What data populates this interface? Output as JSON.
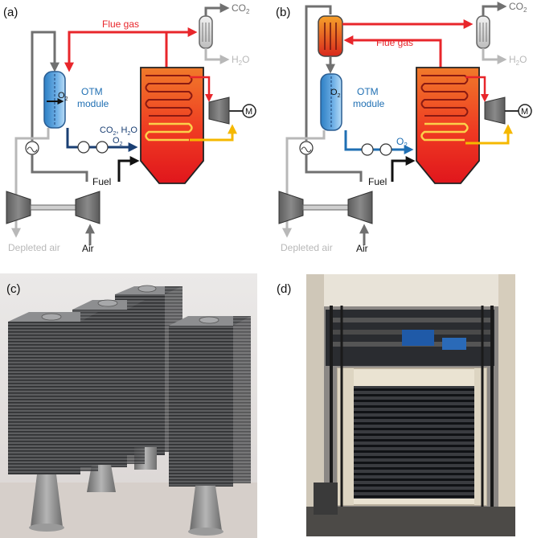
{
  "panels": {
    "a": {
      "label": "(a)",
      "flue_gas": "Flue gas",
      "co2_out": "CO",
      "co2_sub": "2",
      "h2o_out": "H",
      "h2o_sub": "2",
      "h2o_tail": "O",
      "o2": "O",
      "o2_sub": "2",
      "otm_line1": "OTM",
      "otm_line2": "module",
      "recycle_text": "CO",
      "recycle_sub": "2",
      "recycle_tail": ", H",
      "recycle_sub2": "2",
      "recycle_tail2": "O",
      "recycle_o2": "O",
      "recycle_o2_sub": "2",
      "motor": "M",
      "fuel": "Fuel",
      "air": "Air",
      "depleted_air": "Depleted air"
    },
    "b": {
      "label": "(b)",
      "flue_gas": "Flue gas",
      "co2_out": "CO",
      "co2_sub": "2",
      "h2o_out": "H",
      "h2o_sub": "2",
      "h2o_tail": "O",
      "o2": "O",
      "o2_sub": "2",
      "otm_line1": "OTM",
      "otm_line2": "module",
      "feed_o2": "O",
      "feed_o2_sub": "2",
      "motor": "M",
      "fuel": "Fuel",
      "air": "Air",
      "depleted_air": "Depleted air"
    },
    "c": {
      "label": "(c)"
    },
    "d": {
      "label": "(d)"
    }
  },
  "colors": {
    "flue_gas": "#e8262b",
    "oxygen": "#1f6fb3",
    "recycle": "#1a3f73",
    "steam": "#f5b800",
    "air_line": "#707070",
    "depleted_air": "#b8b8b8",
    "fuel_line": "#111111"
  }
}
